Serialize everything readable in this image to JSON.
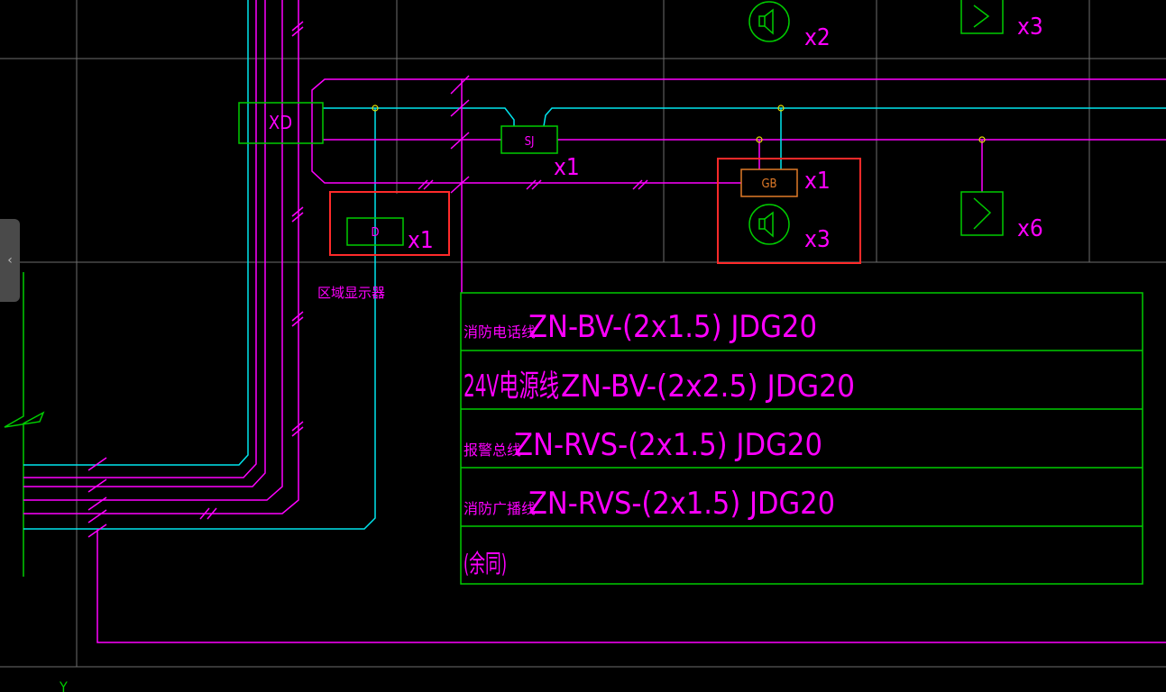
{
  "colors": {
    "background": "#000000",
    "grid": "#6e6e6e",
    "cyan": "#00e5ee",
    "magenta": "#ff00ff",
    "green": "#00cc00",
    "red": "#ff2a2a",
    "orange": "#e07a28",
    "yellow": "#e8e000"
  },
  "devices": {
    "xd": {
      "label": "XD"
    },
    "sj": {
      "label": "SJ",
      "count": "x1"
    },
    "d": {
      "label": "D",
      "count": "x1",
      "caption": "区域显示器"
    },
    "gb": {
      "label": "GB",
      "count": "x1"
    },
    "speaker_top": {
      "count": "x2",
      "icon": "speaker-icon"
    },
    "speaker_mid": {
      "count": "x3",
      "icon": "speaker-icon"
    },
    "module_top": {
      "count": "x3",
      "icon": "module-icon"
    },
    "module_mid": {
      "count": "x6",
      "icon": "module-icon"
    }
  },
  "legend": {
    "rows": [
      {
        "prefix": "消防电话线",
        "spec": "ZN-BV-(2x1.5) JDG20"
      },
      {
        "prefix": "24V电源线",
        "spec": "ZN-BV-(2x2.5) JDG20"
      },
      {
        "prefix": "报警总线",
        "spec": "ZN-RVS-(2x1.5) JDG20"
      },
      {
        "prefix": "消防广播线",
        "spec": "ZN-RVS-(2x1.5) JDG20"
      },
      {
        "prefix": "",
        "spec": "(余同)"
      }
    ]
  },
  "axis_label": "Y"
}
